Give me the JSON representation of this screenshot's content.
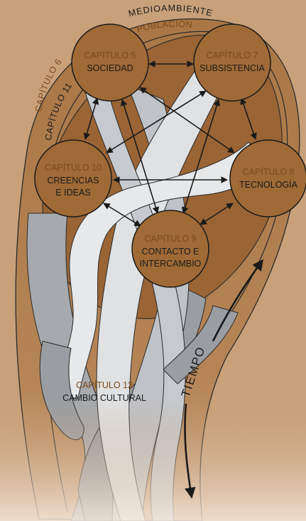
{
  "outer_labels": {
    "environment": "MEDIOAMBIENTE",
    "population": "POBLACIÓN",
    "chapter6": "CAPÍTULO 6",
    "chapter11": "CAPÍTULO 11"
  },
  "nodes": {
    "sociedad": {
      "chapter": "CAPÍTULO 5",
      "name": "SOCIEDAD"
    },
    "subsistencia": {
      "chapter": "CAPÍTULO 7",
      "name": "SUBSISTENCIA"
    },
    "creencias": {
      "chapter": "CAPÍTULO 10",
      "name_line1": "CREENCIAS",
      "name_line2": "E IDEAS"
    },
    "tecnologia": {
      "chapter": "CAPÍTULO 8",
      "name": "TECNOLOGÍA"
    },
    "contacto": {
      "chapter": "CAPÍTULO 9",
      "name_line1": "CONTACTO E",
      "name_line2": "INTERCAMBIO"
    }
  },
  "cultural_change": {
    "chapter": "CAPÍTULO 12",
    "name": "CAMBIO CULTURAL"
  },
  "time_label": "TIEMPO",
  "colors": {
    "background": "#c8a07a",
    "circle_fill": "#a06a36",
    "chapter_text": "#7a4a1a",
    "outline": "#222222",
    "ribbon_light": "#e4e6e8",
    "ribbon_mid": "#bfc2c6",
    "ribbon_dark": "#9a9da2"
  }
}
